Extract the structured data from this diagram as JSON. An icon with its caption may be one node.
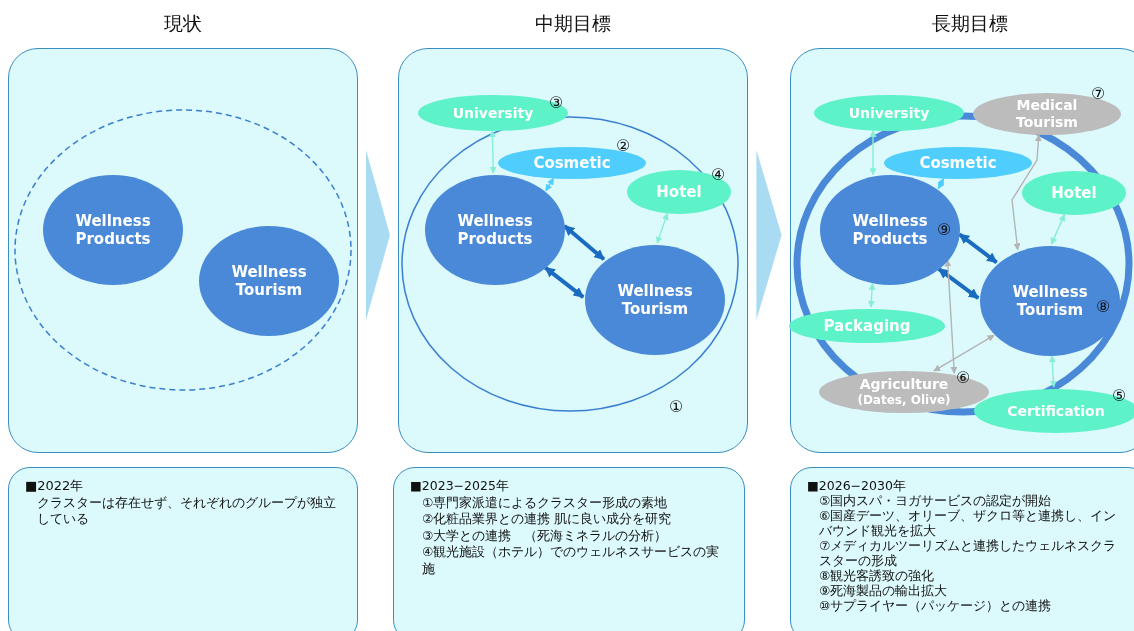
{
  "diagram": {
    "nodes": [
      {
        "text": [
          "現状"
        ]
      },
      {
        "text": [
          "Wellness Products"
        ],
        "in": 0
      },
      {
        "text": [
          "Wellness Tourism"
        ],
        "in": 0
      },
      {
        "text": [
          "中期目標"
        ]
      },
      {
        "text": [
          "University",
          "③"
        ],
        "in": 3
      },
      {
        "text": [
          "Cosmetic",
          "②"
        ],
        "in": 3
      },
      {
        "text": [
          "Hotel",
          "④"
        ],
        "in": 3
      },
      {
        "text": [
          "Wellness Products"
        ],
        "in": 3
      },
      {
        "text": [
          "Wellness Tourism"
        ],
        "in": 3
      },
      {
        "text": [
          "長期目標"
        ]
      },
      {
        "text": [
          "University"
        ],
        "in": 9
      },
      {
        "text": [
          "Medical Tourism",
          "⑦"
        ],
        "in": 9
      },
      {
        "text": [
          "Cosmetic"
        ],
        "in": 9
      },
      {
        "text": [
          "Hotel"
        ],
        "in": 9
      },
      {
        "text": [
          "Wellness Products",
          "⑨"
        ],
        "in": 9
      },
      {
        "text": [
          "Packaging"
        ],
        "in": 9
      },
      {
        "text": [
          "Wellness Tourism",
          "⑧"
        ],
        "in": 9
      },
      {
        "text": [
          "Agriculture",
          "(Dates, Olive)",
          "⑥"
        ],
        "in": 9
      },
      {
        "text": [
          "Certification",
          "⑤"
        ],
        "in": 9
      },
      {
        "text": [
          "■2022年",
          "クラスターは存在せず、それぞれのグループが独立している"
        ]
      },
      {
        "text": [
          "■2023−2025年",
          "①専門家派遣によるクラスター形成の素地",
          "②化粧品業界との連携 肌に良い成分を研究",
          "③大学との連携　（死海ミネラルの分析）",
          "④観光施設（ホテル）でのウェルネスサービスの実施"
        ]
      },
      {
        "text": [
          "■2026−2030年",
          "⑤国内スパ・ヨガサービスの認定が開始",
          "⑥国産デーツ、オリーブ、ザクロ等と連携し、インバウンド観光を拡大",
          "⑦メディカルツーリズムと連携したウェルネスクラスターの形成",
          "⑧観光客誘致の強化",
          "⑨死海製品の輸出拡大",
          "⑩サプライヤー（パッケージ）との連携"
        ]
      }
    ],
    "edges": [
      {
        "from": 0,
        "to": 3,
        "arrow": "to",
        "color": "#a9dcf2"
      },
      {
        "from": 3,
        "to": 9,
        "arrow": "to",
        "color": "#a9dcf2"
      },
      {
        "from": 4,
        "to": 7,
        "arrow": "both"
      },
      {
        "from": 5,
        "to": 7,
        "arrow": "both",
        "color": "#4fcdfd"
      },
      {
        "from": 6,
        "to": 8,
        "arrow": "both"
      },
      {
        "from": 7,
        "to": 8,
        "arrow": "both",
        "style": "thick",
        "color": "#1a6cc0"
      },
      {
        "from": 7,
        "to": 8,
        "arrow": "both",
        "style": "thick",
        "color": "#1a6cc0"
      },
      {
        "from": 10,
        "to": 14,
        "arrow": "both"
      },
      {
        "from": 12,
        "to": 14,
        "arrow": "both",
        "color": "#4fcdfd"
      },
      {
        "from": 11,
        "to": 16,
        "arrow": "both",
        "color": "#b4b4b4"
      },
      {
        "from": 13,
        "to": 16,
        "arrow": "both"
      },
      {
        "from": 14,
        "to": 16,
        "arrow": "both",
        "style": "thick",
        "color": "#1a6cc0"
      },
      {
        "from": 14,
        "to": 16,
        "arrow": "both",
        "style": "thick",
        "color": "#1a6cc0"
      },
      {
        "from": 15,
        "to": 14,
        "arrow": "both"
      },
      {
        "from": 17,
        "to": 14,
        "arrow": "both",
        "color": "#b4b4b4"
      },
      {
        "from": 17,
        "to": 16,
        "arrow": "both",
        "color": "#b4b4b4"
      },
      {
        "from": 16,
        "to": 18,
        "arrow": "both"
      }
    ],
    "labels": [
      "①"
    ]
  }
}
